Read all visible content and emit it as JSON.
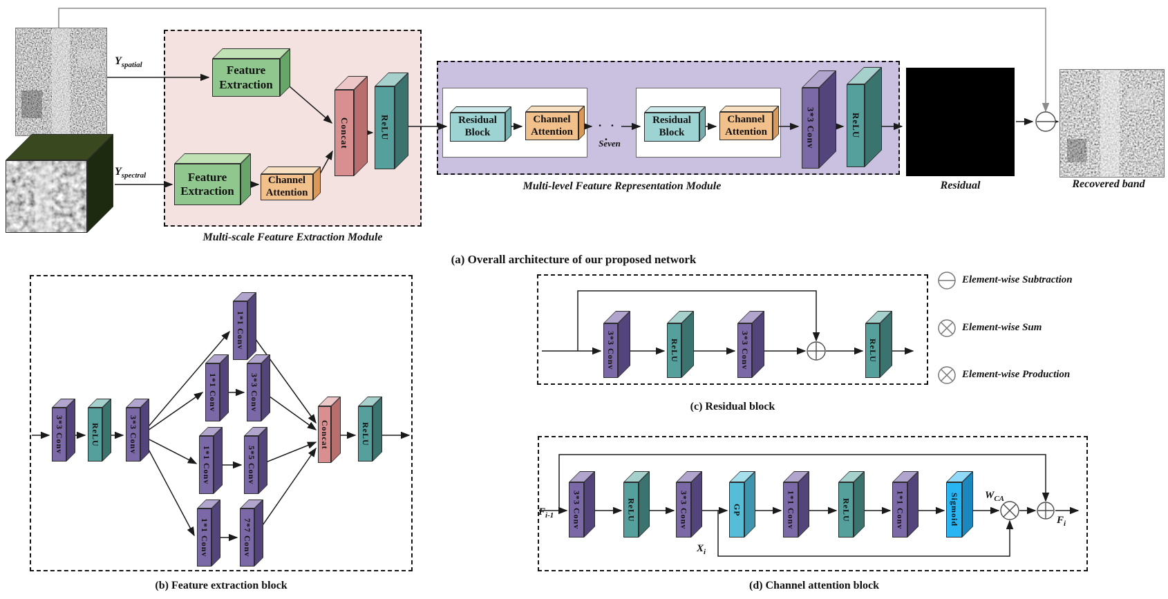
{
  "palette": {
    "conv_purple": "#7b68a6",
    "relu_teal": "#55a09c",
    "residual_teal_light": "#9ed3d3",
    "feature_green": "#90c78e",
    "attention_orange": "#f2c08b",
    "concat_pink": "#d98f8f",
    "gp_cyan": "#56bdd8",
    "sigmoid_blue": "#29b5f2",
    "multiscale_module_bg": "#f4e2e1",
    "multilevel_module_bg": "#c9c1df"
  },
  "inputs": {
    "spatial": {
      "base": "Y",
      "sub": "spatial"
    },
    "spectral": {
      "base": "Y",
      "sub": "spectral"
    }
  },
  "blocks": {
    "feature_extraction": {
      "l1": "Feature",
      "l2": "Extraction"
    },
    "channel_attention": {
      "l1": "Channel",
      "l2": "Attention"
    },
    "residual_block": {
      "l1": "Residual",
      "l2": "Block"
    },
    "conv33": "3*3 Conv",
    "conv11": "1*1 Conv",
    "conv55": "5*5 Conv",
    "conv77": "7*7 Conv",
    "relu": "ReLU",
    "concat": "Concat",
    "gp": "GP",
    "sigmoid": "Sigmoid"
  },
  "modules": {
    "multiscale": "Multi-scale Feature Extraction Module",
    "multilevel": "Multi-level Feature Representation Module"
  },
  "annotations": {
    "dots": "· · ·",
    "seven": "Seven",
    "residual_image": "Residual",
    "recovered_band": "Recovered band",
    "f_prev": {
      "base": "F",
      "sub": "i-1"
    },
    "f_out": {
      "base": "F",
      "sub": "i"
    },
    "x_i": {
      "base": "X",
      "sub": "i"
    },
    "w_ca": {
      "base": "W",
      "sub": "CA"
    }
  },
  "captions": {
    "a": "(a) Overall architecture of our proposed network",
    "b": "(b) Feature extraction block",
    "c": "(c) Residual block",
    "d": "(d) Channel attention block"
  },
  "legend": {
    "items": [
      {
        "icon": "minus-circle-icon",
        "label": "Element-wise Subtraction"
      },
      {
        "icon": "cross-circle-icon",
        "label": "Element-wise Sum"
      },
      {
        "icon": "cross-circle-icon",
        "label": "Element-wise Production"
      }
    ]
  }
}
